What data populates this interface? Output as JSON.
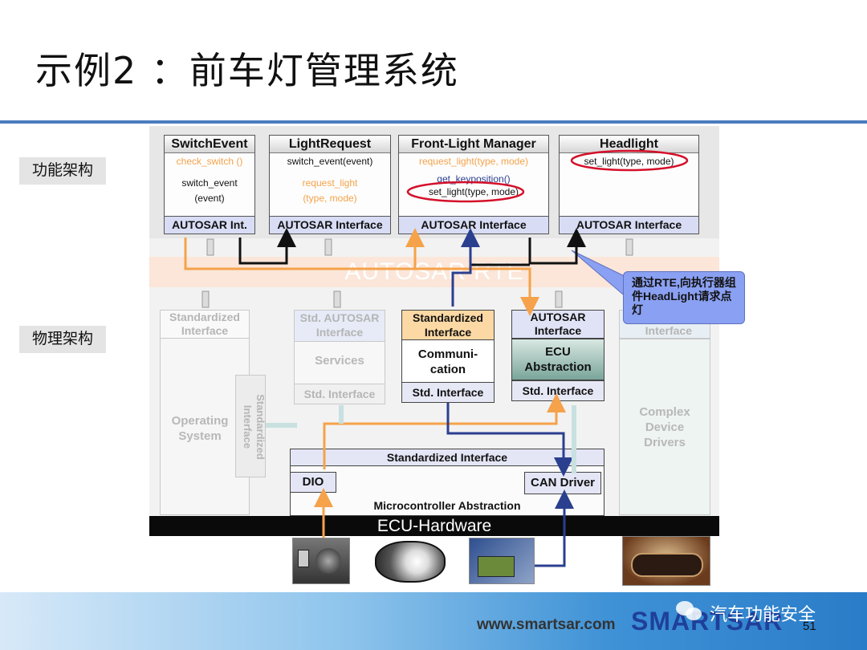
{
  "title": "示例2 ：前车灯管理系统",
  "side_labels": {
    "functional": "功能架构",
    "physical": "物理架构"
  },
  "components": {
    "switch_event": {
      "name": "SwitchEvent",
      "line1": "check_switch ()",
      "line2": "switch_event",
      "line3": "(event)",
      "interface": "AUTOSAR Int."
    },
    "light_request": {
      "name": "LightRequest",
      "line1": "switch_event(event)",
      "line2": "request_light",
      "line3": "(type, mode)",
      "interface": "AUTOSAR Interface"
    },
    "front_light_manager": {
      "name": "Front-Light Manager",
      "line1": "request_light(type, mode)",
      "line2": "get_keyposition()",
      "line3": "set_light(type, mode)",
      "interface": "AUTOSAR Interface"
    },
    "headlight": {
      "name": "Headlight",
      "line1": "set_light(type, mode)",
      "interface": "AUTOSAR Interface"
    }
  },
  "rte_label": "AUTOSAR RTE",
  "callout": "通过RTE,向执行器组件HeadLight请求点灯",
  "bsw": {
    "standardized_interface": "Standardized Interface",
    "std_autosar_interface": "Std. AUTOSAR Interface",
    "services": "Services",
    "std_interface": "Std. Interface",
    "operating_system": "Operating System",
    "standardized_interface_vertical": "Standardized Interface",
    "comm_header": "Standardized Interface",
    "communication": "Communi-cation",
    "comm_std": "Std. Interface",
    "ecu_header": "AUTOSAR Interface",
    "ecu_abstraction": "ECU Abstraction",
    "ecu_std": "Std. Interface",
    "complex_header": "Interface",
    "complex_device_drivers": "Complex Device Drivers",
    "mcal_header": "Standardized Interface",
    "dio": "DIO",
    "can_driver": "CAN Driver",
    "mcal": "Microcontroller Abstraction",
    "ecu_hardware": "ECU-Hardware"
  },
  "footer": {
    "url": "www.smartsar.com",
    "logo": "SMARTSAR",
    "watermark": "汽车功能安全",
    "page_number": "51"
  },
  "colors": {
    "orange": "#f5a24a",
    "navy": "#2b3f8f",
    "accent_blue": "#4a7cc0",
    "callout": "#8aa0f2"
  }
}
